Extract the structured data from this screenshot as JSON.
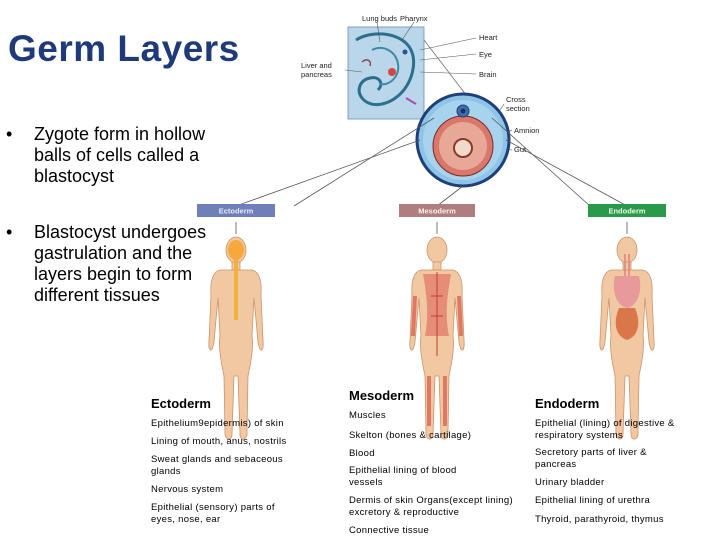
{
  "title": "Germ Layers",
  "bullets": [
    "Zygote form in hollow balls of cells called a blastocyst",
    "Blastocyst undergoes gastrulation and the layers begin to form different tissues"
  ],
  "diagram": {
    "embryo_labels": {
      "lung_buds": "Lung buds",
      "pharynx": "Pharynx",
      "heart": "Heart",
      "eye": "Eye",
      "brain": "Brain",
      "liver": "Liver and pancreas",
      "cross_section": "Cross section",
      "amnion": "Amnion",
      "gut": "Gut"
    },
    "bars": {
      "ectoderm": "Ectoderm",
      "mesoderm": "Mesoderm",
      "endoderm": "Endoderm"
    },
    "colors": {
      "ectoderm": "#6f7fb8",
      "mesoderm": "#b07e7e",
      "endoderm": "#2a9a4a",
      "title": "#1f3a7a"
    }
  },
  "columns": {
    "ectoderm": {
      "heading": "Ectoderm",
      "items": [
        "Epithelium9epidermis) of skin",
        "Lining of mouth, anus, nostrils",
        "Sweat glands and sebaceous glands",
        "Nervous system",
        "Epithelial (sensory) parts of eyes, nose, ear"
      ]
    },
    "mesoderm": {
      "heading": "Mesoderm",
      "items": [
        "Muscles",
        "Skelton (bones & cartilage)",
        "Blood",
        "Epithelial lining of blood vessels",
        "Dermis of skin Organs(except lining) excretory & reproductive",
        "Connective tissue"
      ]
    },
    "endoderm": {
      "heading": "Endoderm",
      "items": [
        "Epithelial (lining) of digestive & respiratory systems",
        "Secretory parts of liver & pancreas",
        "Urinary bladder",
        "Epithelial lining of urethra",
        "Thyroid, parathyroid, thymus"
      ]
    }
  }
}
